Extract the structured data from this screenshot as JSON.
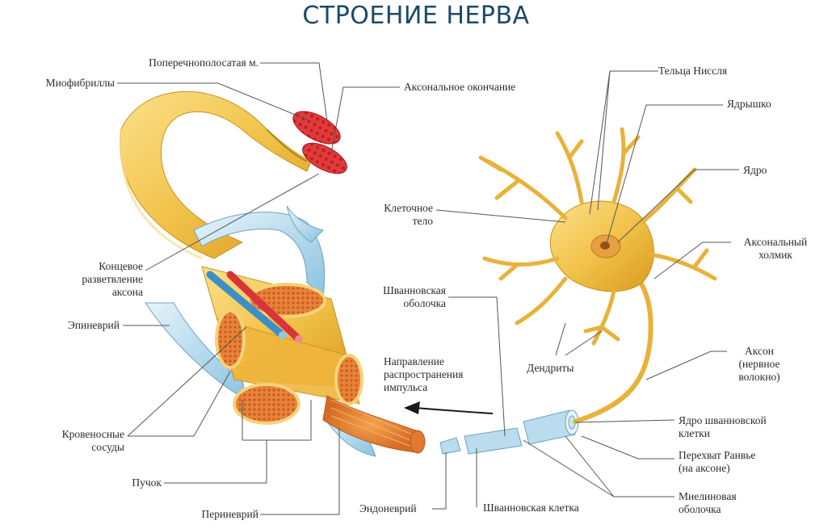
{
  "title": "СТРОЕНИЕ НЕРВА",
  "colors": {
    "title": "#1b4a66",
    "axon_yellow": "#f2c34a",
    "muscle_red": "#e23a3a",
    "sheath_blue": "#a9d4ea",
    "fascicle_orange": "#e8833a",
    "leader_lines": "#555555"
  },
  "labels": {
    "poperechnopolosataya": "Поперечнополосатая м.",
    "miofibrilly": "Миофибриллы",
    "aksonalnoe_okonchanie": "Аксональное окончание",
    "koncevoe_1": "Концевое",
    "koncevoe_2": "разветвление",
    "koncevoe_3": "аксона",
    "epinevriy": "Эпиневрий",
    "krovenosnye_1": "Кровеносные",
    "krovenosnye_2": "сосуды",
    "puchok": "Пучок",
    "perinevriy": "Периневрий",
    "endonevriy": "Эндоневрий",
    "shvannovskaya_kletka": "Шванновская клетка",
    "kletochnoe_1": "Клеточное",
    "kletochnoe_2": "тело",
    "shv_obolochka_1": "Шванновская",
    "shv_obolochka_2": "оболочка",
    "napravlenie_1": "Направление",
    "napravlenie_2": "распространения",
    "napravlenie_3": "импульса",
    "dendrity": "Дендриты",
    "telca_nisslya": "Тельца Нисcля",
    "yadryshko": "Ядрышко",
    "yadro": "Ядро",
    "aksonalny_1": "Аксональный",
    "aksonalny_2": "холмик",
    "akson_1": "Аксон",
    "akson_2": "(нервное",
    "akson_3": "волокно)",
    "yadro_shv_1": "Ядро шванновской",
    "yadro_shv_2": "клетки",
    "perehvat_1": "Перехват Ранвье",
    "perehvat_2": "(на аксоне)",
    "mielin_1": "Миелиновая",
    "mielin_2": "оболочка"
  }
}
